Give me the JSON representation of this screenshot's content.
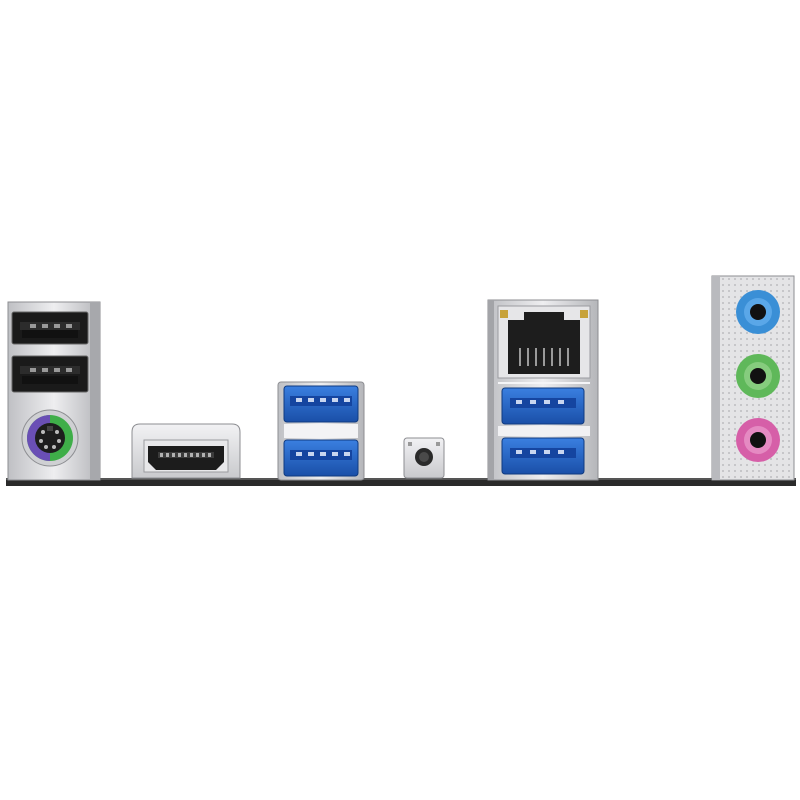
{
  "scene": {
    "background": "#ffffff",
    "board_edge_color": "#2a2a2a",
    "shield_metal": "#d9d9dc",
    "usb2_color": "#1a1a1a",
    "usb3_color": "#1f5fc4",
    "ps2_purple": "#6a4fb5",
    "ps2_green": "#3fae49",
    "audio_blue": "#3a8fd6",
    "audio_green": "#5fb85a",
    "audio_pink": "#d65fa8"
  },
  "ports": [
    {
      "id": "usb2-top",
      "kind": "usb-2.0"
    },
    {
      "id": "usb2-bottom",
      "kind": "usb-2.0"
    },
    {
      "id": "ps2-combo",
      "kind": "ps2"
    },
    {
      "id": "hdmi",
      "kind": "hdmi"
    },
    {
      "id": "usb3-stack-top",
      "kind": "usb-3.0"
    },
    {
      "id": "usb3-stack-bottom",
      "kind": "usb-3.0"
    },
    {
      "id": "bios-button",
      "kind": "button"
    },
    {
      "id": "rj45",
      "kind": "ethernet"
    },
    {
      "id": "usb3-lan-top",
      "kind": "usb-3.0"
    },
    {
      "id": "usb3-lan-bottom",
      "kind": "usb-3.0"
    },
    {
      "id": "audio-line-in",
      "kind": "audio-jack-blue"
    },
    {
      "id": "audio-line-out",
      "kind": "audio-jack-green"
    },
    {
      "id": "audio-mic",
      "kind": "audio-jack-pink"
    }
  ]
}
